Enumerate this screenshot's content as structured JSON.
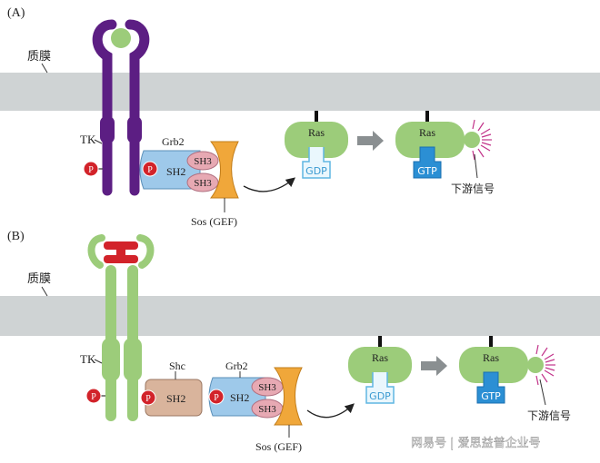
{
  "panel_a": {
    "label": "(A)",
    "membrane_label": "质膜",
    "receptor_label": "TK",
    "phospho_label": "P",
    "grb2_label": "Grb2",
    "sh2_label": "SH2",
    "sh3_label": "SH3",
    "sos_label": "Sos (GEF)",
    "ras_label": "Ras",
    "gdp_label": "GDP",
    "gtp_label": "GTP",
    "downstream_label": "下游信号"
  },
  "panel_b": {
    "label": "(B)",
    "membrane_label": "质膜",
    "receptor_label": "TK",
    "phospho_label": "P",
    "shc_label": "Shc",
    "grb2_label": "Grb2",
    "sh2_label": "SH2",
    "sh3_label": "SH3",
    "sos_label": "Sos (GEF)",
    "ras_label": "Ras",
    "gdp_label": "GDP",
    "gtp_label": "GTP",
    "downstream_label": "下游信号"
  },
  "watermark": "网易号 | 爱思益普企业号",
  "colors": {
    "membrane": "#cfd3d4",
    "receptor_a": "#5c1e83",
    "receptor_b": "#9ccc7a",
    "ligand_b": "#d2232a",
    "ras": "#9ccc7a",
    "grb2": "#9ec9ea",
    "sh3": "#e7a9b3",
    "sos": "#f0a73a",
    "shc": "#d9b49c",
    "phospho": "#d2232a",
    "gdp": "#8fd0ef",
    "gtp": "#2b8fd4",
    "signal": "#c2348a"
  }
}
